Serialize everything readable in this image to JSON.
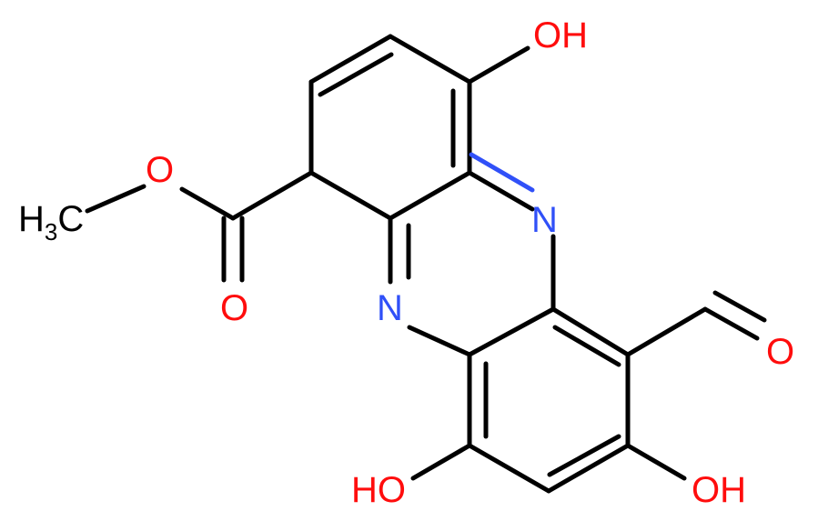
{
  "colors": {
    "carbon": "#000000",
    "oxygen": "#ff0d0d",
    "nitrogen": "#3050f8",
    "background": "#ffffff"
  },
  "labels": {
    "methyl": {
      "main": "H",
      "sub": "3",
      "tail": "C"
    },
    "ester_o": "O",
    "carbonyl_o": "O",
    "oh_top": "OH",
    "n_upper": "N",
    "n_lower": "N",
    "aldehyde_o": "O",
    "oh_bottom_left": "HO",
    "oh_bottom_right": "OH"
  }
}
